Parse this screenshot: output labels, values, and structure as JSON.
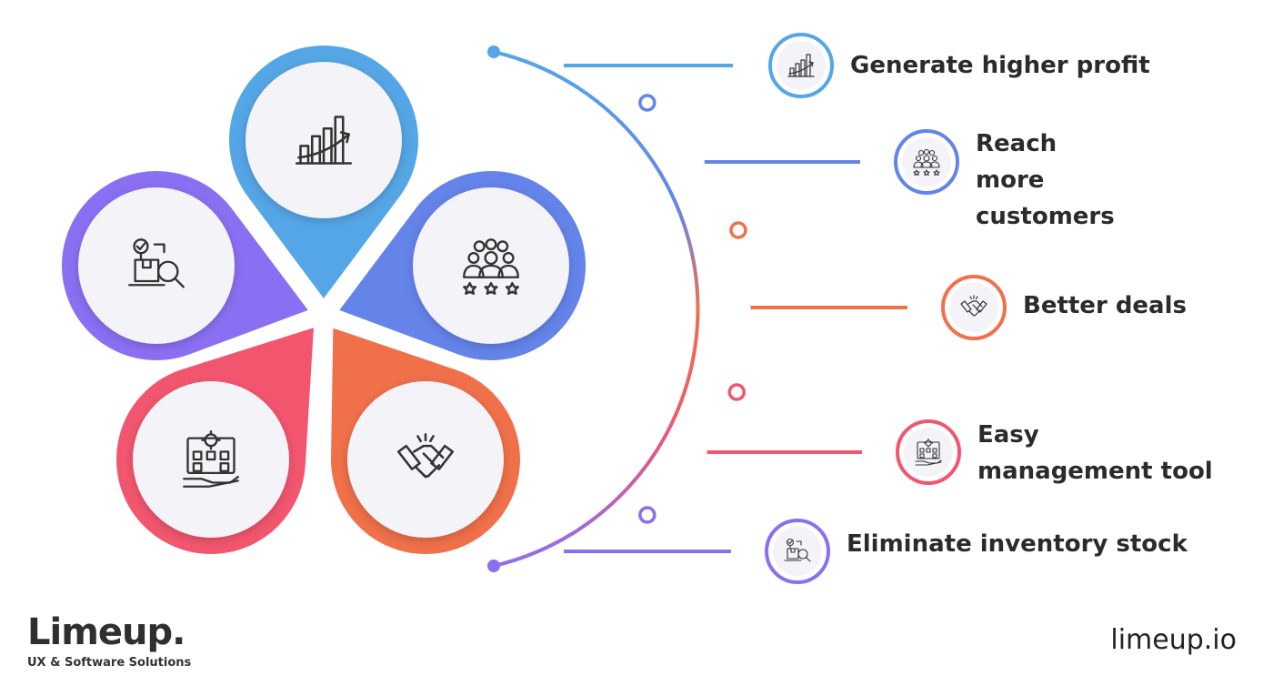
{
  "colors": {
    "blue": "#55a6e6",
    "indigo": "#6484ea",
    "violet": "#8b6ff3",
    "orange": "#f0704a",
    "pink": "#f2566e",
    "text": "#2b2b2b"
  },
  "petals": [
    {
      "icon": "bar-chart-growth-icon",
      "color": "#55a6e6"
    },
    {
      "icon": "customers-rating-icon",
      "color": "#6484ea"
    },
    {
      "icon": "handshake-icon",
      "color": "#f0704a"
    },
    {
      "icon": "management-building-icon",
      "color": "#f2566e"
    },
    {
      "icon": "inventory-search-icon",
      "color": "#8b6ff3"
    }
  ],
  "benefits": [
    {
      "label": "Generate higher profit",
      "icon": "bar-chart-growth-icon",
      "color": "#55a6e6"
    },
    {
      "label": "Reach more customers",
      "icon": "customers-rating-icon",
      "color": "#6484ea"
    },
    {
      "label": "Better deals",
      "icon": "handshake-icon",
      "color": "#f0704a"
    },
    {
      "label": "Easy management tool",
      "icon": "management-building-icon",
      "color": "#f2566e"
    },
    {
      "label": "Eliminate inventory stock",
      "icon": "inventory-search-icon",
      "color": "#8b6ff3"
    }
  ],
  "brand": {
    "name": "Limeup.",
    "tagline": "UX & Software Solutions",
    "url": "limeup.io"
  }
}
